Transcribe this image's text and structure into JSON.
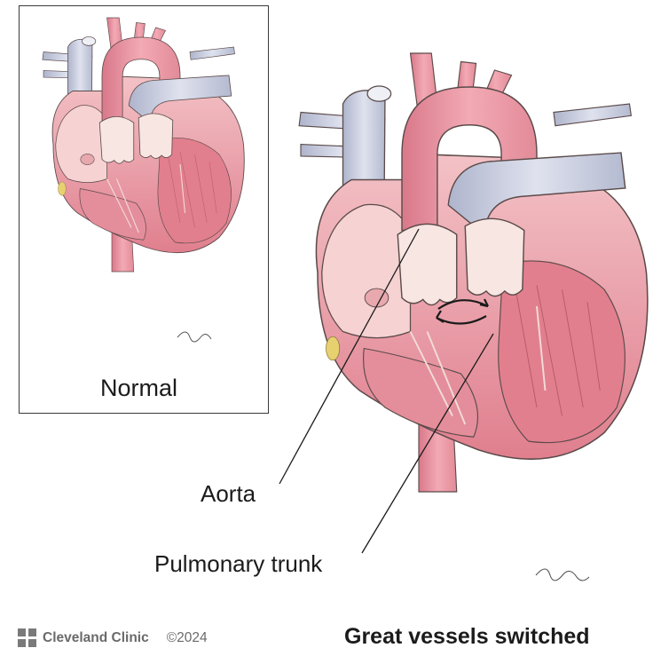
{
  "inset": {
    "label": "Normal"
  },
  "labels": {
    "aorta": "Aorta",
    "pulmonary_trunk": "Pulmonary trunk"
  },
  "caption": "Great vessels switched",
  "footer": {
    "brand": "Cleveland Clinic",
    "copyright": "©2024",
    "logo_icon": "cleveland-clinic-logo-icon"
  },
  "colors": {
    "muscle": "#e58c98",
    "muscle_light": "#f4c4c8",
    "aorta": "#ea97a3",
    "vein": "#c6cbdd",
    "valve": "#f7e8e5",
    "outline": "#5b4a4a",
    "fat": "#e7d070"
  }
}
